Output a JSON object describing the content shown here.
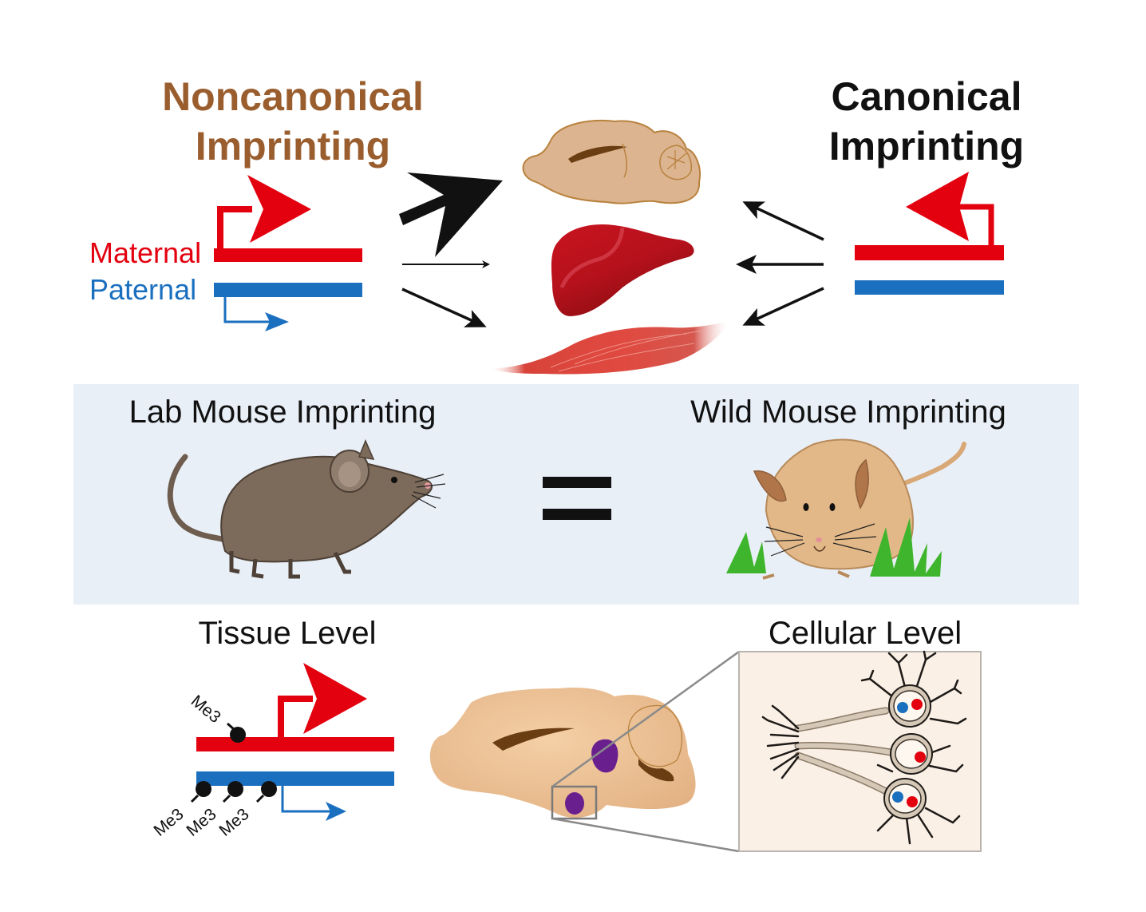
{
  "top": {
    "noncanonical": {
      "line1": "Noncanonical",
      "line2": "Imprinting",
      "color": "#9a5e2e"
    },
    "canonical": {
      "line1": "Canonical",
      "line2": "Imprinting",
      "color": "#111111"
    },
    "allele_labels": {
      "maternal": "Maternal",
      "paternal": "Paternal"
    },
    "colors": {
      "maternal": "#e3000f",
      "paternal": "#1a6fbf",
      "arrow": "#111111"
    },
    "tissues": [
      "brain",
      "liver",
      "muscle"
    ]
  },
  "middle": {
    "lab_mouse_label": "Lab Mouse Imprinting",
    "wild_mouse_label": "Wild Mouse Imprinting",
    "relation_symbol": "=",
    "band_color": "#e9eff7"
  },
  "bottom": {
    "tissue_level_label": "Tissue Level",
    "cellular_level_label": "Cellular Level",
    "methyl_marks": [
      "Me3",
      "Me3",
      "Me3",
      "Me3"
    ],
    "region_color": "#6a1f8f",
    "inset_bg": "#fbf0e6"
  }
}
